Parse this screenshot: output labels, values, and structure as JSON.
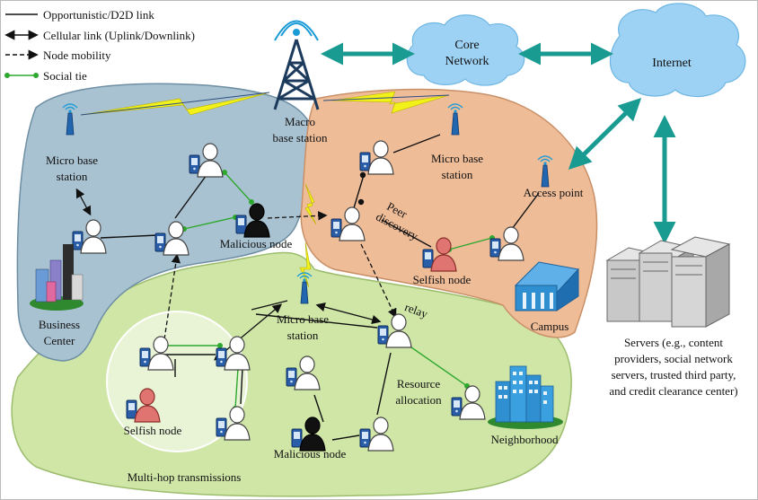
{
  "legend": {
    "d2d": "Opportunistic/D2D link",
    "cellular": "Cellular link (Uplink/Downlink)",
    "mobility": "Node mobility",
    "social": "Social tie"
  },
  "labels": {
    "macro": [
      "Macro",
      "base station"
    ],
    "core": [
      "Core",
      "Network"
    ],
    "internet": "Internet",
    "micro_left": [
      "Micro base",
      "station"
    ],
    "micro_right": [
      "Micro base",
      "station"
    ],
    "micro_bottom": [
      "Micro base",
      "station"
    ],
    "access_point": "Access point",
    "peer_discovery": [
      "Peer",
      "discovery"
    ],
    "relay": "relay",
    "malicious_top": "Malicious node",
    "malicious_bottom": "Malicious node",
    "selfish_right": "Selfish node",
    "selfish_left": "Selfish node",
    "business": [
      "Business",
      "Center"
    ],
    "campus": "Campus",
    "neighborhood": "Neighborhood",
    "resource": [
      "Resource",
      "allocation"
    ],
    "multihop": "Multi-hop transmissions",
    "servers": [
      "Servers (e.g., content",
      "providers, social network",
      "servers, trusted third party,",
      "and credit clearance center)"
    ]
  },
  "colors": {
    "blue_region": "#a9c2d1",
    "orange_region": "#efbc98",
    "green_region": "#cfe6a7",
    "cloud": "#9ed2f4",
    "teal_arrow": "#1a9b92",
    "social_tie": "#2ea82e",
    "selfish": "#e07470",
    "malicious": "#111111",
    "lightning": "#f2f21a",
    "tower": "#1b3a5c",
    "building_blue": "#2f8fd0"
  }
}
